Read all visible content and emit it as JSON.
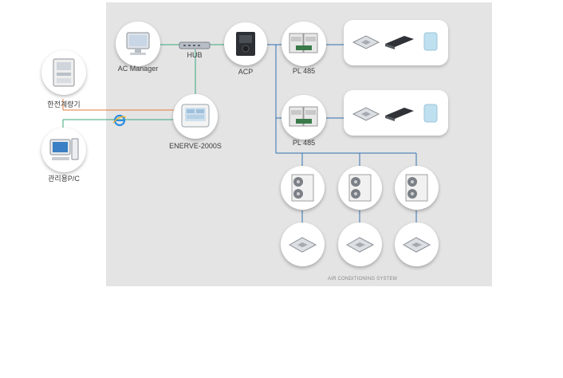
{
  "nodes": {
    "ac_manager": "AC Manager",
    "hub": "HUB",
    "acp": "ACP",
    "pl485_top": "PL 485",
    "pl485_bottom": "PL 485",
    "enerve": "ENERVE-2000S",
    "power_meter": "한전계량기",
    "admin_pc": "관리용P/C"
  },
  "footer": {
    "caption": "AIR CONDITIONING SYSTEM"
  },
  "colors": {
    "panel": "#e4e4e4",
    "link_green": "#3aa87a",
    "link_blue": "#2f6fb0",
    "link_orange": "#e67a3c",
    "internet_icon": "#2a8de0"
  },
  "icons": [
    "monitor-icon",
    "hub-icon",
    "controller-icon",
    "outdoor-unit-icon",
    "cassette-icon",
    "duct-icon",
    "wall-unit-icon",
    "touch-panel-icon",
    "power-meter-icon",
    "pc-icon",
    "internet-icon"
  ]
}
